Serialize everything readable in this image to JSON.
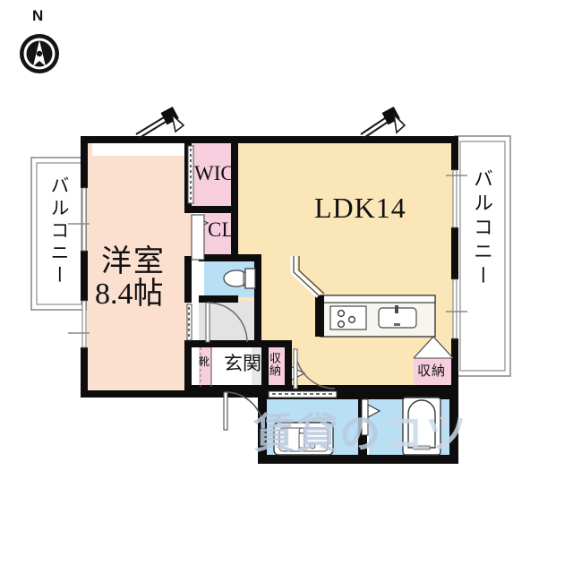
{
  "document": {
    "type": "floor-plan",
    "title": "1LDK apartment floor plan"
  },
  "compass": {
    "label": "N",
    "icon": "compass-north-icon"
  },
  "rooms": [
    {
      "id": "balcony-left",
      "label": "バルコニー",
      "orientation": "vertical",
      "color": "#ffffff"
    },
    {
      "id": "bedroom",
      "label": "洋室",
      "size": "8.4帖",
      "color": "#fbe0d0"
    },
    {
      "id": "wic",
      "label": "WIC",
      "color": "#f7cede"
    },
    {
      "id": "cl",
      "label": "CL",
      "color": "#f7cede"
    },
    {
      "id": "ldk",
      "label": "LDK14",
      "color": "#fbe6b8"
    },
    {
      "id": "balcony-right",
      "label": "バルコニー",
      "orientation": "vertical",
      "color": "#ffffff"
    },
    {
      "id": "toilet",
      "label": "",
      "color": "#b9dff5"
    },
    {
      "id": "hall",
      "label": "",
      "color": "#e3e3e3"
    },
    {
      "id": "genkan",
      "label": "玄関",
      "color": "#ffffff"
    },
    {
      "id": "shoebox",
      "label": "靴",
      "color": "#f7cede"
    },
    {
      "id": "storage-hall",
      "label": "収納",
      "color": "#f7cede"
    },
    {
      "id": "storage-ldk",
      "label": "収納",
      "color": "#f7cede"
    },
    {
      "id": "washroom",
      "label": "",
      "color": "#b9dff5"
    },
    {
      "id": "bath",
      "label": "",
      "color": "#b9dff5"
    }
  ],
  "labels": {
    "balcony_left": "バルコニー",
    "balcony_right": "バルコニー",
    "bedroom_name": "洋室",
    "bedroom_size": "8.4帖",
    "wic": "WIC",
    "cl": "CL",
    "ldk": "LDK14",
    "genkan": "玄関",
    "shoebox": "靴",
    "storage_hall": "収納",
    "storage_ldk": "収納"
  },
  "fixtures": [
    {
      "name": "kitchen-stove-icon",
      "description": "3-burner gas stove"
    },
    {
      "name": "kitchen-sink-icon",
      "description": "sink with faucet"
    },
    {
      "name": "toilet-icon",
      "description": "western toilet"
    },
    {
      "name": "bathtub-icon",
      "description": "bathtub"
    },
    {
      "name": "washbasin-icon",
      "description": "vanity washbasin"
    },
    {
      "name": "window-open-icon",
      "description": "open casement window (bedroom)"
    },
    {
      "name": "window-open-icon-2",
      "description": "open casement window (LDK)"
    },
    {
      "name": "entry-door-icon",
      "description": "front entry swing door"
    }
  ],
  "watermark": {
    "text_left": "賃貸の",
    "text_right": "コツ"
  },
  "colors": {
    "wall": "#000000",
    "bedroom_fill": "#fbe0d0",
    "ldk_fill": "#fbe6b8",
    "closet_fill": "#f7cede",
    "water_fill": "#b9dff5",
    "hall_fill": "#e3e3e3",
    "balcony_fill": "#ffffff",
    "watermark": "#ccd9e8"
  }
}
